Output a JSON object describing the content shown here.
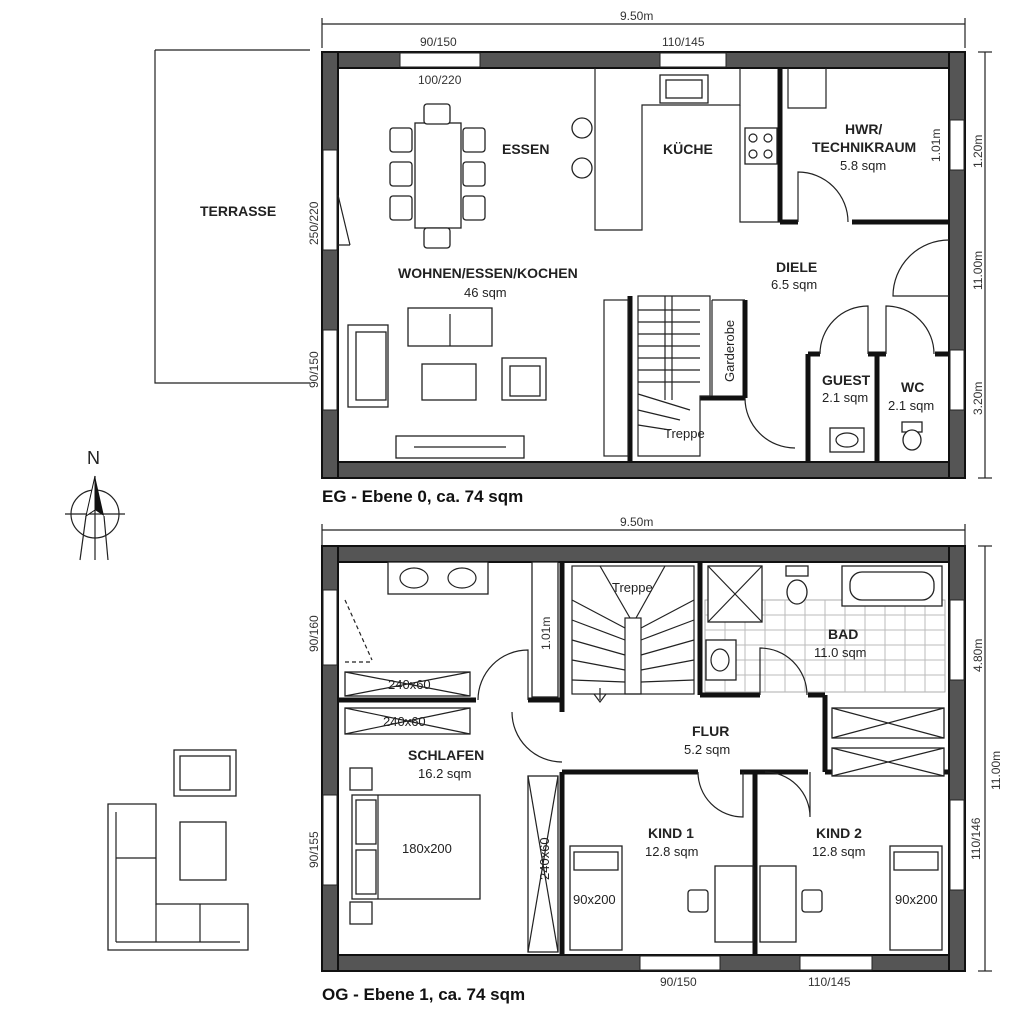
{
  "ground_floor": {
    "title": "EG - Ebene 0, ca. 74 sqm",
    "rooms": {
      "terrace": "TERRASSE",
      "essen": "ESSEN",
      "kueche": "KÜCHE",
      "hwr_line1": "HWR/",
      "hwr_line2": "TECHNIKRAUM",
      "hwr_area": "5.8 sqm",
      "wohnen": "WOHNEN/ESSEN/KOCHEN",
      "wohnen_area": "46 sqm",
      "diele": "DIELE",
      "diele_area": "6.5 sqm",
      "garderobe": "Garderobe",
      "treppe": "Treppe",
      "guest": "GUEST",
      "guest_area": "2.1 sqm",
      "wc": "WC",
      "wc_area": "2.1 sqm"
    },
    "dims": {
      "width": "9.50m",
      "win_top_left": "90/150",
      "win_top_right": "110/145",
      "win_door": "100/220",
      "win_left_top": "250/220",
      "win_left_bottom": "90/150",
      "hwr_inner": "1.01m",
      "right_top": "1.20m",
      "right_mid": "11.00m",
      "right_bottom": "3.20m"
    }
  },
  "upper_floor": {
    "title": "OG - Ebene 1, ca. 74 sqm",
    "rooms": {
      "treppe": "Treppe",
      "bad": "BAD",
      "bad_area": "11.0 sqm",
      "flur": "FLUR",
      "flur_area": "5.2 sqm",
      "schlafen": "SCHLAFEN",
      "schlafen_area": "16.2 sqm",
      "bed_double": "180x200",
      "kind1": "KIND 1",
      "kind1_area": "12.8 sqm",
      "kind2": "KIND 2",
      "kind2_area": "12.8 sqm",
      "bed_single_1": "90x200",
      "bed_single_2": "90x200",
      "wardrobe_1": "240x60",
      "wardrobe_2": "240x60",
      "wardrobe_3": "240x60"
    },
    "dims": {
      "width": "9.50m",
      "win_left_top": "90/160",
      "win_left_bottom": "90/155",
      "inner_101": "1.01m",
      "right_top": "4.80m",
      "right_mid": "11.00m",
      "right_bottom": "110/146",
      "win_bottom_left": "90/150",
      "win_bottom_right": "110/145"
    }
  },
  "compass": {
    "north": "N"
  }
}
